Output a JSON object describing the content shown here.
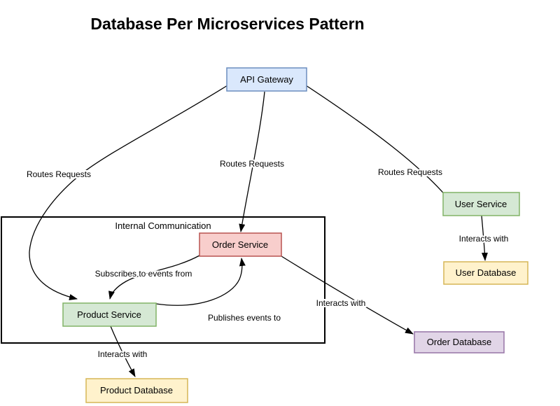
{
  "title": "Database Per Microservices Pattern",
  "container": {
    "label": "Internal Communication"
  },
  "nodes": {
    "api_gateway": {
      "label": "API Gateway",
      "fill": "#dae8fc",
      "stroke": "#6c8ebf"
    },
    "order_service": {
      "label": "Order Service",
      "fill": "#f8cecc",
      "stroke": "#b85450"
    },
    "product_service": {
      "label": "Product Service",
      "fill": "#d5e8d4",
      "stroke": "#82b366"
    },
    "user_service": {
      "label": "User Service",
      "fill": "#d5e8d4",
      "stroke": "#82b366"
    },
    "user_database": {
      "label": "User Database",
      "fill": "#fff2cc",
      "stroke": "#d6b656"
    },
    "product_database": {
      "label": "Product Database",
      "fill": "#fff2cc",
      "stroke": "#d6b656"
    },
    "order_database": {
      "label": "Order Database",
      "fill": "#e1d5e7",
      "stroke": "#9673a6"
    }
  },
  "edges": {
    "gateway_to_product_service": {
      "label": "Routes Requests"
    },
    "gateway_to_order_service": {
      "label": "Routes Requests"
    },
    "gateway_to_user_service": {
      "label": "Routes Requests"
    },
    "user_service_to_user_database": {
      "label": "Interacts with"
    },
    "order_service_to_product_service": {
      "label": "Subscribes to events from"
    },
    "product_service_to_order_service": {
      "label": "Publishes events to"
    },
    "order_service_to_order_database": {
      "label": "Interacts with"
    },
    "product_service_to_product_database": {
      "label": "Interacts with"
    }
  },
  "styles": {
    "background": "#ffffff",
    "line_color": "#000000",
    "text_color": "#000000",
    "container_border": "#000000"
  }
}
